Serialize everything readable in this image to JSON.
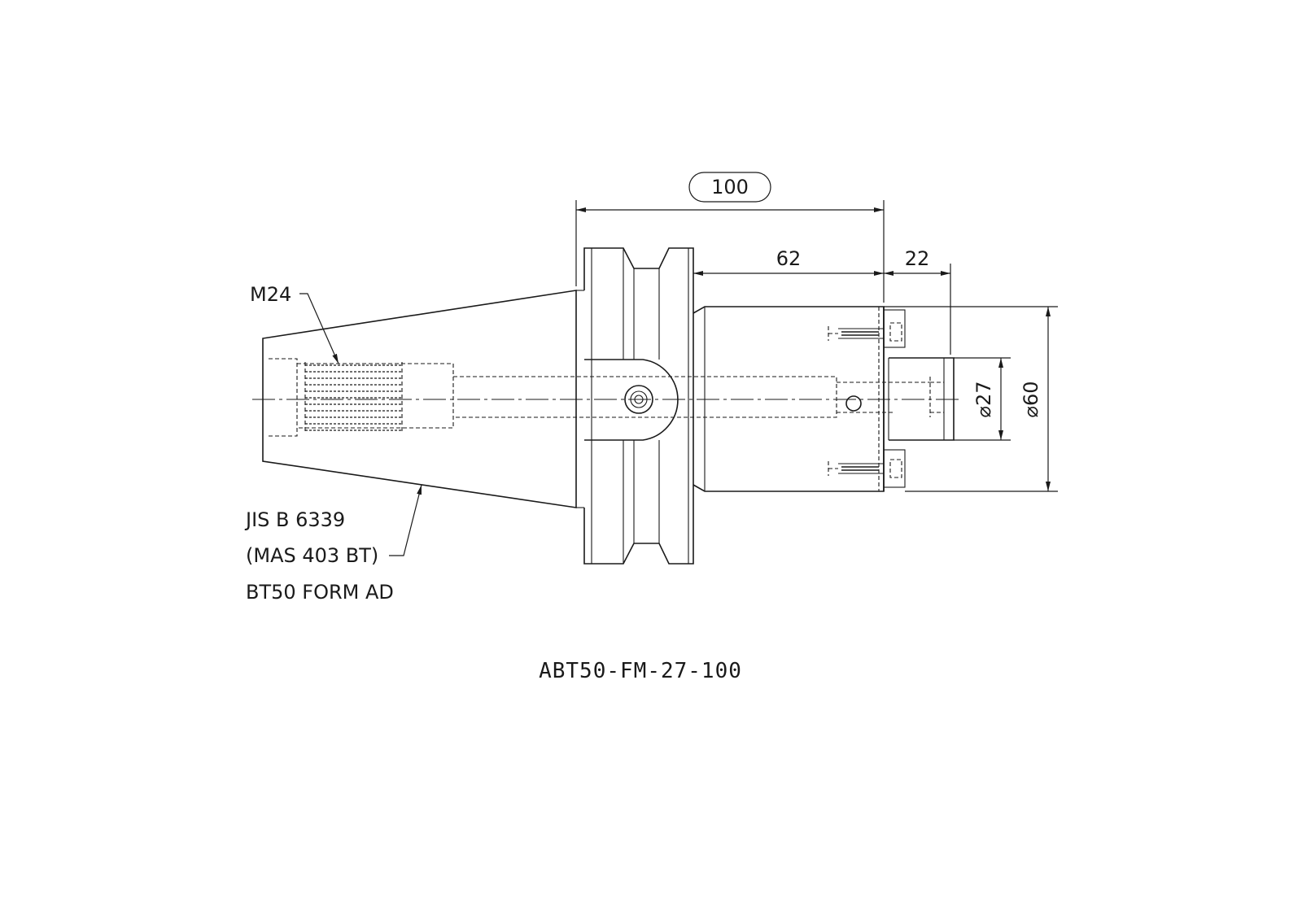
{
  "dimensions": {
    "overall_length": "100",
    "body_length": "62",
    "spigot_length": "22",
    "pilot_diameter": "⌀27",
    "body_diameter": "⌀60"
  },
  "callouts": {
    "thread": "M24",
    "standard_line1": "JIS B 6339",
    "standard_line2": "(MAS 403 BT)",
    "standard_line3": "BT50 FORM AD"
  },
  "part_number": "ABT50-FM-27-100"
}
